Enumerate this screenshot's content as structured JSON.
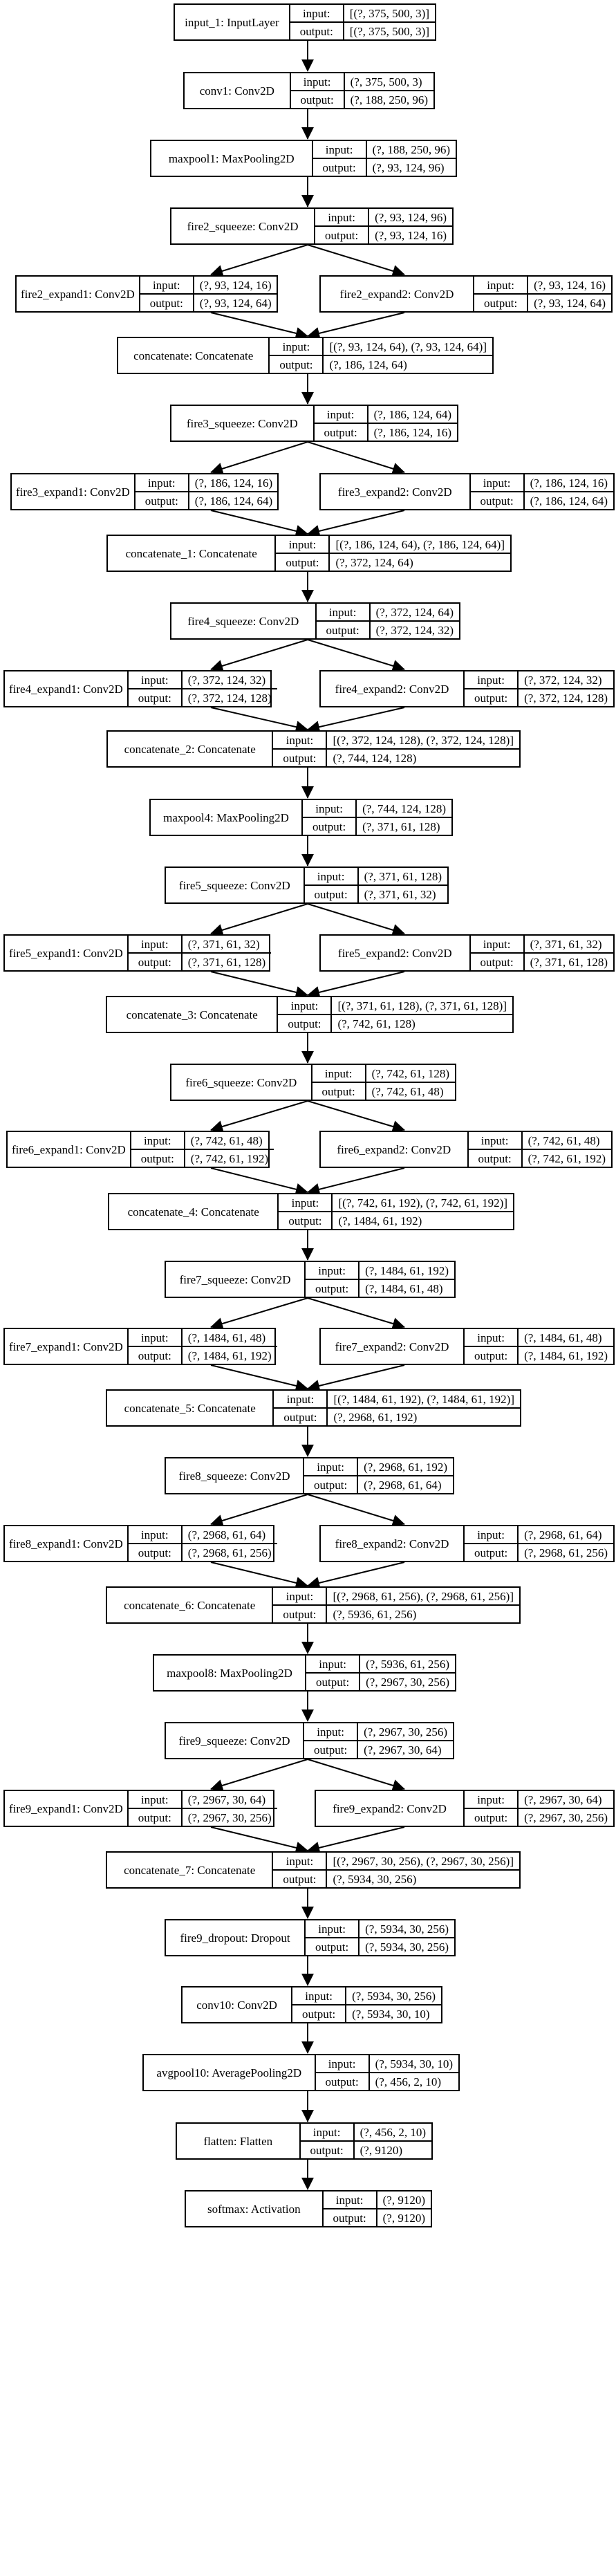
{
  "io_labels": {
    "input": "input:",
    "output": "output:"
  },
  "nodes": [
    {
      "id": "input_1",
      "name": "input_1: InputLayer",
      "input": "[(?, 375, 500, 3)]",
      "output": "[(?, 375, 500, 3)]"
    },
    {
      "id": "conv1",
      "name": "conv1: Conv2D",
      "input": "(?, 375, 500, 3)",
      "output": "(?, 188, 250, 96)"
    },
    {
      "id": "maxpool1",
      "name": "maxpool1: MaxPooling2D",
      "input": "(?, 188, 250, 96)",
      "output": "(?, 93, 124, 96)"
    },
    {
      "id": "fire2_squeeze",
      "name": "fire2_squeeze: Conv2D",
      "input": "(?, 93, 124, 96)",
      "output": "(?, 93, 124, 16)"
    },
    {
      "id": "fire2_expand1",
      "name": "fire2_expand1: Conv2D",
      "input": "(?, 93, 124, 16)",
      "output": "(?, 93, 124, 64)"
    },
    {
      "id": "fire2_expand2",
      "name": "fire2_expand2: Conv2D",
      "input": "(?, 93, 124, 16)",
      "output": "(?, 93, 124, 64)"
    },
    {
      "id": "concatenate",
      "name": "concatenate: Concatenate",
      "input": "[(?, 93, 124, 64), (?, 93, 124, 64)]",
      "output": "(?, 186, 124, 64)"
    },
    {
      "id": "fire3_squeeze",
      "name": "fire3_squeeze: Conv2D",
      "input": "(?, 186, 124, 64)",
      "output": "(?, 186, 124, 16)"
    },
    {
      "id": "fire3_expand1",
      "name": "fire3_expand1: Conv2D",
      "input": "(?, 186, 124, 16)",
      "output": "(?, 186, 124, 64)"
    },
    {
      "id": "fire3_expand2",
      "name": "fire3_expand2: Conv2D",
      "input": "(?, 186, 124, 16)",
      "output": "(?, 186, 124, 64)"
    },
    {
      "id": "concatenate_1",
      "name": "concatenate_1: Concatenate",
      "input": "[(?, 186, 124, 64), (?, 186, 124, 64)]",
      "output": "(?, 372, 124, 64)"
    },
    {
      "id": "fire4_squeeze",
      "name": "fire4_squeeze: Conv2D",
      "input": "(?, 372, 124, 64)",
      "output": "(?, 372, 124, 32)"
    },
    {
      "id": "fire4_expand1",
      "name": "fire4_expand1: Conv2D",
      "input": "(?, 372, 124, 32)",
      "output": "(?, 372, 124, 128)"
    },
    {
      "id": "fire4_expand2",
      "name": "fire4_expand2: Conv2D",
      "input": "(?, 372, 124, 32)",
      "output": "(?, 372, 124, 128)"
    },
    {
      "id": "concatenate_2",
      "name": "concatenate_2: Concatenate",
      "input": "[(?, 372, 124, 128), (?, 372, 124, 128)]",
      "output": "(?, 744, 124, 128)"
    },
    {
      "id": "maxpool4",
      "name": "maxpool4: MaxPooling2D",
      "input": "(?, 744, 124, 128)",
      "output": "(?, 371, 61, 128)"
    },
    {
      "id": "fire5_squeeze",
      "name": "fire5_squeeze: Conv2D",
      "input": "(?, 371, 61, 128)",
      "output": "(?, 371, 61, 32)"
    },
    {
      "id": "fire5_expand1",
      "name": "fire5_expand1: Conv2D",
      "input": "(?, 371, 61, 32)",
      "output": "(?, 371, 61, 128)"
    },
    {
      "id": "fire5_expand2",
      "name": "fire5_expand2: Conv2D",
      "input": "(?, 371, 61, 32)",
      "output": "(?, 371, 61, 128)"
    },
    {
      "id": "concatenate_3",
      "name": "concatenate_3: Concatenate",
      "input": "[(?, 371, 61, 128), (?, 371, 61, 128)]",
      "output": "(?, 742, 61, 128)"
    },
    {
      "id": "fire6_squeeze",
      "name": "fire6_squeeze: Conv2D",
      "input": "(?, 742, 61, 128)",
      "output": "(?, 742, 61, 48)"
    },
    {
      "id": "fire6_expand1",
      "name": "fire6_expand1: Conv2D",
      "input": "(?, 742, 61, 48)",
      "output": "(?, 742, 61, 192)"
    },
    {
      "id": "fire6_expand2",
      "name": "fire6_expand2: Conv2D",
      "input": "(?, 742, 61, 48)",
      "output": "(?, 742, 61, 192)"
    },
    {
      "id": "concatenate_4",
      "name": "concatenate_4: Concatenate",
      "input": "[(?, 742, 61, 192), (?, 742, 61, 192)]",
      "output": "(?, 1484, 61, 192)"
    },
    {
      "id": "fire7_squeeze",
      "name": "fire7_squeeze: Conv2D",
      "input": "(?, 1484, 61, 192)",
      "output": "(?, 1484, 61, 48)"
    },
    {
      "id": "fire7_expand1",
      "name": "fire7_expand1: Conv2D",
      "input": "(?, 1484, 61, 48)",
      "output": "(?, 1484, 61, 192)"
    },
    {
      "id": "fire7_expand2",
      "name": "fire7_expand2: Conv2D",
      "input": "(?, 1484, 61, 48)",
      "output": "(?, 1484, 61, 192)"
    },
    {
      "id": "concatenate_5",
      "name": "concatenate_5: Concatenate",
      "input": "[(?, 1484, 61, 192), (?, 1484, 61, 192)]",
      "output": "(?, 2968, 61, 192)"
    },
    {
      "id": "fire8_squeeze",
      "name": "fire8_squeeze: Conv2D",
      "input": "(?, 2968, 61, 192)",
      "output": "(?, 2968, 61, 64)"
    },
    {
      "id": "fire8_expand1",
      "name": "fire8_expand1: Conv2D",
      "input": "(?, 2968, 61, 64)",
      "output": "(?, 2968, 61, 256)"
    },
    {
      "id": "fire8_expand2",
      "name": "fire8_expand2: Conv2D",
      "input": "(?, 2968, 61, 64)",
      "output": "(?, 2968, 61, 256)"
    },
    {
      "id": "concatenate_6",
      "name": "concatenate_6: Concatenate",
      "input": "[(?, 2968, 61, 256), (?, 2968, 61, 256)]",
      "output": "(?, 5936, 61, 256)"
    },
    {
      "id": "maxpool8",
      "name": "maxpool8: MaxPooling2D",
      "input": "(?, 5936, 61, 256)",
      "output": "(?, 2967, 30, 256)"
    },
    {
      "id": "fire9_squeeze",
      "name": "fire9_squeeze: Conv2D",
      "input": "(?, 2967, 30, 256)",
      "output": "(?, 2967, 30, 64)"
    },
    {
      "id": "fire9_expand1",
      "name": "fire9_expand1: Conv2D",
      "input": "(?, 2967, 30, 64)",
      "output": "(?, 2967, 30, 256)"
    },
    {
      "id": "fire9_expand2",
      "name": "fire9_expand2: Conv2D",
      "input": "(?, 2967, 30, 64)",
      "output": "(?, 2967, 30, 256)"
    },
    {
      "id": "concatenate_7",
      "name": "concatenate_7: Concatenate",
      "input": "[(?, 2967, 30, 256), (?, 2967, 30, 256)]",
      "output": "(?, 5934, 30, 256)"
    },
    {
      "id": "fire9_dropout",
      "name": "fire9_dropout: Dropout",
      "input": "(?, 5934, 30, 256)",
      "output": "(?, 5934, 30, 256)"
    },
    {
      "id": "conv10",
      "name": "conv10: Conv2D",
      "input": "(?, 5934, 30, 256)",
      "output": "(?, 5934, 30, 10)"
    },
    {
      "id": "avgpool10",
      "name": "avgpool10: AveragePooling2D",
      "input": "(?, 5934, 30, 10)",
      "output": "(?, 456, 2, 10)"
    },
    {
      "id": "flatten",
      "name": "flatten: Flatten",
      "input": "(?, 456, 2, 10)",
      "output": "(?, 9120)"
    },
    {
      "id": "softmax",
      "name": "softmax: Activation",
      "input": "(?, 9120)",
      "output": "(?, 9120)"
    }
  ],
  "edges": [
    [
      "input_1",
      "conv1"
    ],
    [
      "conv1",
      "maxpool1"
    ],
    [
      "maxpool1",
      "fire2_squeeze"
    ],
    [
      "fire2_squeeze",
      "fire2_expand1"
    ],
    [
      "fire2_squeeze",
      "fire2_expand2"
    ],
    [
      "fire2_expand1",
      "concatenate"
    ],
    [
      "fire2_expand2",
      "concatenate"
    ],
    [
      "concatenate",
      "fire3_squeeze"
    ],
    [
      "fire3_squeeze",
      "fire3_expand1"
    ],
    [
      "fire3_squeeze",
      "fire3_expand2"
    ],
    [
      "fire3_expand1",
      "concatenate_1"
    ],
    [
      "fire3_expand2",
      "concatenate_1"
    ],
    [
      "concatenate_1",
      "fire4_squeeze"
    ],
    [
      "fire4_squeeze",
      "fire4_expand1"
    ],
    [
      "fire4_squeeze",
      "fire4_expand2"
    ],
    [
      "fire4_expand1",
      "concatenate_2"
    ],
    [
      "fire4_expand2",
      "concatenate_2"
    ],
    [
      "concatenate_2",
      "maxpool4"
    ],
    [
      "maxpool4",
      "fire5_squeeze"
    ],
    [
      "fire5_squeeze",
      "fire5_expand1"
    ],
    [
      "fire5_squeeze",
      "fire5_expand2"
    ],
    [
      "fire5_expand1",
      "concatenate_3"
    ],
    [
      "fire5_expand2",
      "concatenate_3"
    ],
    [
      "concatenate_3",
      "fire6_squeeze"
    ],
    [
      "fire6_squeeze",
      "fire6_expand1"
    ],
    [
      "fire6_squeeze",
      "fire6_expand2"
    ],
    [
      "fire6_expand1",
      "concatenate_4"
    ],
    [
      "fire6_expand2",
      "concatenate_4"
    ],
    [
      "concatenate_4",
      "fire7_squeeze"
    ],
    [
      "fire7_squeeze",
      "fire7_expand1"
    ],
    [
      "fire7_squeeze",
      "fire7_expand2"
    ],
    [
      "fire7_expand1",
      "concatenate_5"
    ],
    [
      "fire7_expand2",
      "concatenate_5"
    ],
    [
      "concatenate_5",
      "fire8_squeeze"
    ],
    [
      "fire8_squeeze",
      "fire8_expand1"
    ],
    [
      "fire8_squeeze",
      "fire8_expand2"
    ],
    [
      "fire8_expand1",
      "concatenate_6"
    ],
    [
      "fire8_expand2",
      "concatenate_6"
    ],
    [
      "concatenate_6",
      "maxpool8"
    ],
    [
      "maxpool8",
      "fire9_squeeze"
    ],
    [
      "fire9_squeeze",
      "fire9_expand1"
    ],
    [
      "fire9_squeeze",
      "fire9_expand2"
    ],
    [
      "fire9_expand1",
      "concatenate_7"
    ],
    [
      "fire9_expand2",
      "concatenate_7"
    ],
    [
      "concatenate_7",
      "fire9_dropout"
    ],
    [
      "fire9_dropout",
      "conv10"
    ],
    [
      "conv10",
      "avgpool10"
    ],
    [
      "avgpool10",
      "flatten"
    ],
    [
      "flatten",
      "softmax"
    ]
  ]
}
